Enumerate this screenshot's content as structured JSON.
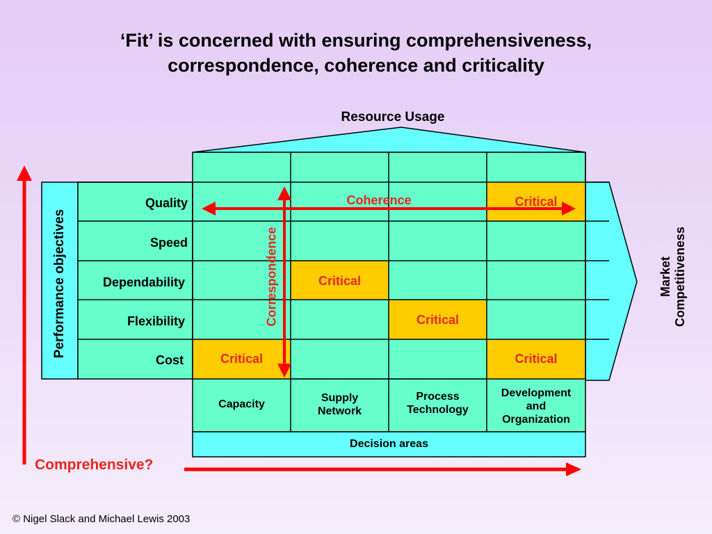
{
  "title_lines": [
    "‘Fit’ is concerned with ensuring comprehensiveness,",
    "correspondence, coherence and criticality"
  ],
  "resource_usage": "Resource Usage",
  "performance_objectives": "Performance objectives",
  "market_competitiveness": [
    "Market",
    "Competitiveness"
  ],
  "rows": [
    "Quality",
    "Speed",
    "Dependability",
    "Flexibility",
    "Cost"
  ],
  "critical_label": "Critical",
  "coherence": "Coherence",
  "correspondence": "Correspondence",
  "decision_areas_title": "Decision areas",
  "decision_areas": [
    [
      "Capacity"
    ],
    [
      "Supply",
      "Network"
    ],
    [
      "Process",
      "Technology"
    ],
    [
      "Development",
      "and",
      "Organization"
    ]
  ],
  "comprehensive": "Comprehensive?",
  "copyright": "© Nigel Slack and Michael Lewis 2003",
  "colors": {
    "cell": "#66ffcc",
    "cyan": "#66ffff",
    "critical_fill": "#ffcc00",
    "arrow": "#ff0000",
    "accent_text": "#e8261e"
  }
}
